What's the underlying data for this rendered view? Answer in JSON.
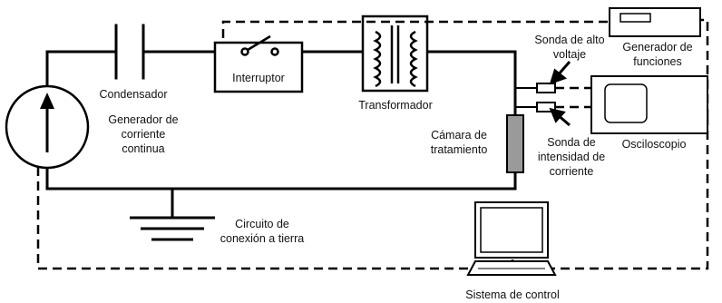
{
  "colors": {
    "stroke": "#000000",
    "probe_fill": "#ffffff",
    "chamber_fill": "#9a9a9a",
    "background": "#ffffff"
  },
  "labels": {
    "condensador": "Condensador",
    "interruptor": "Interruptor",
    "transformador": "Transformador",
    "generador_cc": [
      "Generador de",
      "corriente",
      "continua"
    ],
    "camara": [
      "Cámara de",
      "tratamiento"
    ],
    "sonda_voltaje": [
      "Sonda de alto",
      "voltaje"
    ],
    "sonda_corriente": [
      "Sonda de",
      "intensidad de",
      "corriente"
    ],
    "generador_funciones": [
      "Generador de",
      "funciones"
    ],
    "osciloscopio": "Osciloscopio",
    "tierra": [
      "Circuito de",
      "conexión a tierra"
    ],
    "sistema_control": "Sistema de control"
  },
  "icons": [
    "capacitor-symbol",
    "switch-symbol",
    "transformer-symbol",
    "ground-symbol",
    "dc-source-symbol",
    "laptop-icon",
    "function-generator-icon",
    "oscilloscope-icon",
    "arrow-icon"
  ]
}
